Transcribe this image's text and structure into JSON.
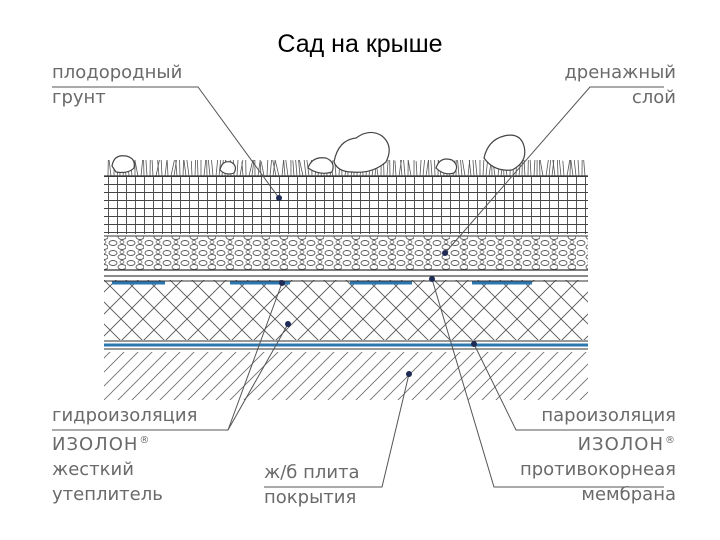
{
  "title": "Сад на крыше",
  "labels": {
    "fertile_soil": [
      "плодородный",
      "грунт"
    ],
    "drainage": [
      "дренажный",
      "слой"
    ],
    "waterproofing": [
      "гидроизоляция",
      "ИЗОЛОН",
      "жесткий",
      "утеплитель"
    ],
    "slab": [
      "ж/б плита",
      "покрытия"
    ],
    "vapor_barrier": [
      "пароизоляция",
      "ИЗОЛОН",
      "противокорнеая",
      "мембрана"
    ]
  },
  "registered_mark": "®",
  "colors": {
    "membrane": "#2b77b0",
    "line": "#555555",
    "text": "#6a6a6a",
    "dot": "#1f2a55"
  }
}
